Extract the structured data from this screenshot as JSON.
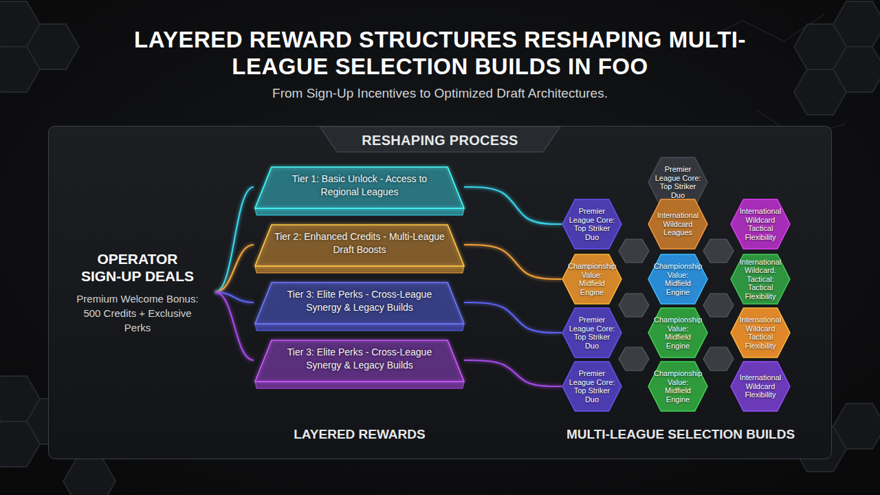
{
  "diagram": {
    "title": "LAYERED REWARD STRUCTURES RESHAPING MULTI-LEAGUE SELECTION BUILDS IN FOO",
    "nodes": [
      {
        "text": [
          "RESHAPING PROCESS"
        ]
      },
      {
        "text": [
          "OPERATOR SIGN-UP DEALS",
          "Premium Welcome Bonus: 500 Credits + Exclusive Perks"
        ],
        "in": 0
      },
      {
        "text": [
          "Tier 1: Basic Unlock - Access to Regional Leagues"
        ],
        "in": 0
      },
      {
        "text": [
          "Tier 2: Enhanced Credits - Multi-League Draft Boosts"
        ],
        "in": 0
      },
      {
        "text": [
          "Tier 3: Elite Perks - Cross-League Synergy & Legacy Builds"
        ],
        "in": 0
      },
      {
        "text": [
          "Tier 3: Elite Perks - Cross-League Synergy & Legacy Builds"
        ],
        "in": 0
      },
      {
        "text": [
          "Premier League Core: Top Striker Duo"
        ],
        "in": 0
      },
      {
        "text": [
          "Premier League Core: Top Striker Duo"
        ],
        "in": 0
      },
      {
        "text": [
          "International Wildcard Leagues"
        ],
        "in": 0
      },
      {
        "text": [
          "International Wildcard Tactical Flexibility"
        ],
        "in": 0
      },
      {
        "text": [
          "Championship Value: Midfield Engine"
        ],
        "in": 0
      },
      {
        "text": [
          "Championship Value: Midfield Engine"
        ],
        "in": 0
      },
      {
        "text": [
          "International Wildcard. Tactical: Tactical Flexibility"
        ],
        "in": 0
      },
      {
        "text": [
          "Premier League Core: Top Striker Duo"
        ],
        "in": 0
      },
      {
        "text": [
          "Championship Value: Midfield Engine"
        ],
        "in": 0
      },
      {
        "text": [
          "International Wildcard Tactical Flexibility"
        ],
        "in": 0
      },
      {
        "text": [
          "Premier League Core: Top Striker Duo"
        ],
        "in": 0
      },
      {
        "text": [
          "Championship Value: Midfield Engine"
        ],
        "in": 0
      },
      {
        "text": [
          "International Wildcard Flexibility"
        ],
        "in": 0
      }
    ],
    "edges": [
      {
        "from": 1,
        "to": 2,
        "arrow": "none"
      },
      {
        "from": 1,
        "to": 3,
        "arrow": "none"
      },
      {
        "from": 1,
        "to": 4,
        "arrow": "none"
      },
      {
        "from": 1,
        "to": 5,
        "arrow": "none"
      },
      {
        "from": 2,
        "to": 7,
        "arrow": "none"
      },
      {
        "from": 3,
        "to": 10,
        "arrow": "none"
      },
      {
        "from": 4,
        "to": 13,
        "arrow": "none"
      },
      {
        "from": 5,
        "to": 16,
        "arrow": "none"
      }
    ],
    "labels": [
      "From Sign-Up Incentives to Optimized Draft Architectures.",
      "LAYERED REWARDS",
      "MULTI-LEAGUE SELECTION BUILDS"
    ]
  }
}
